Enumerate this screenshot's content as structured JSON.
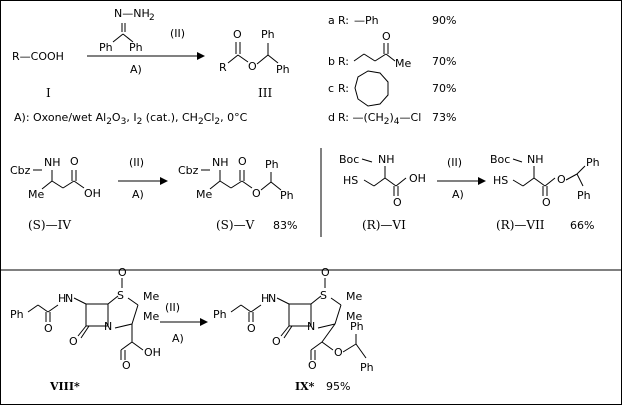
{
  "scheme": {
    "row1": {
      "reactant_formula": "R—COOH",
      "reagent_nh2": "N—NH",
      "reagent_nh2_sub": "2",
      "reagent_ph_left": "Ph",
      "reagent_ph_right": "Ph",
      "reagent_id": "(II)",
      "condition_label": "A)",
      "reactant_id": "I",
      "product_id": "III",
      "product_r": "R",
      "product_o_top": "O",
      "product_o_mid": "O",
      "product_ph_top": "Ph",
      "product_ph_right": "Ph"
    },
    "conditions_note": {
      "prefix": "A):  Oxone/wet Al",
      "sub1": "2",
      "o": "O",
      "sub2": "3",
      "i": ",  I",
      "sub3": "2",
      "rest": " (cat.),  CH",
      "sub4": "2",
      "cl": "Cl",
      "sub5": "2",
      "tail": ",  0°C"
    },
    "r_groups": [
      {
        "letter": "a",
        "prefix": "R:",
        "group": "—Ph",
        "yield": "90%"
      },
      {
        "letter": "b",
        "prefix": "R:",
        "group": "O",
        "group_me": "Me",
        "yield": "70%"
      },
      {
        "letter": "c",
        "prefix": "R:",
        "group": "",
        "yield": "70%"
      },
      {
        "letter": "d",
        "prefix": "R:",
        "group": "—(CH",
        "sub": "2",
        "group_tail": ")",
        "sub2": "4",
        "group_end": "—Cl",
        "yield": "73%"
      }
    ],
    "row2_left": {
      "reactant_cbz": "Cbz",
      "reactant_nh": "NH",
      "reactant_me": "Me",
      "reactant_oh": "OH",
      "reactant_o": "O",
      "reagent_id": "(II)",
      "condition_label": "A)",
      "product_cbz": "Cbz",
      "product_nh": "NH",
      "product_me": "Me",
      "product_o": "O",
      "product_o2": "O",
      "product_ph1": "Ph",
      "product_ph2": "Ph",
      "reactant_id": "(S)—IV",
      "product_id": "(S)—V",
      "product_yield": "83%"
    },
    "row2_right": {
      "reactant_boc": "Boc",
      "reactant_nh": "NH",
      "reactant_hs": "HS",
      "reactant_oh": "OH",
      "reactant_o": "O",
      "reagent_id": "(II)",
      "condition_label": "A)",
      "product_boc": "Boc",
      "product_nh": "NH",
      "product_hs": "HS",
      "product_o": "O",
      "product_o2": "O",
      "product_ph1": "Ph",
      "product_ph2": "Ph",
      "reactant_id": "(R)—VI",
      "product_id": "(R)—VII",
      "product_yield": "66%"
    },
    "row3": {
      "reactant_ph": "Ph",
      "reactant_hn": "H",
      "reactant_n": "N",
      "reactant_s": "S",
      "reactant_so": "O",
      "reactant_me1": "Me",
      "reactant_me2": "Me",
      "reactant_o1": "O",
      "reactant_o2": "O",
      "reactant_n2": "N",
      "reactant_oh": "OH",
      "reactant_o3": "O",
      "reagent_id": "(II)",
      "condition_label": "A)",
      "product_ph": "Ph",
      "product_ph2": "Ph",
      "product_ph3": "Ph",
      "reactant_id": "VIII*",
      "product_id": "IX*",
      "product_yield": "95%"
    }
  }
}
